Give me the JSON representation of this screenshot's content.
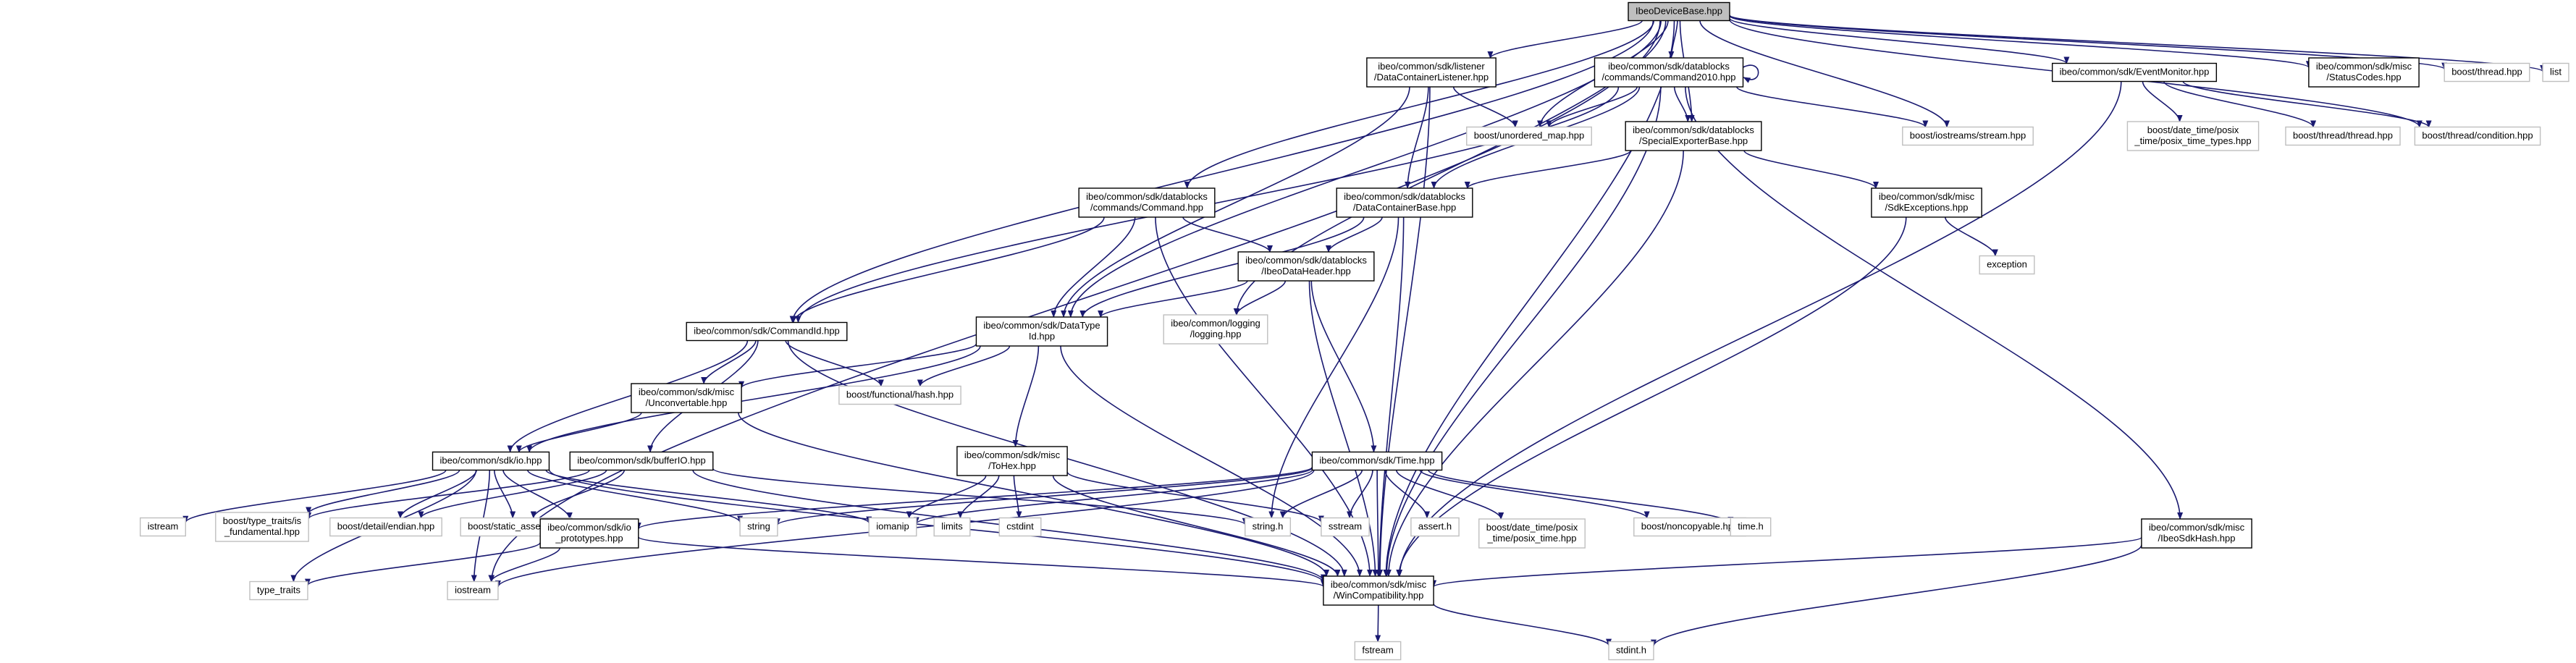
{
  "colors": {
    "edge": "#191970",
    "root_fill": "#bfbfbf",
    "project_border": "#000000",
    "external_border": "#bfbfbf",
    "background": "#ffffff"
  },
  "nodes": [
    {
      "id": "root",
      "kind": "root",
      "lines": [
        "IbeoDeviceBase.hpp"
      ]
    },
    {
      "id": "dclistener",
      "kind": "box",
      "lines": [
        "ibeo/common/sdk/listener",
        "/DataContainerListener.hpp"
      ]
    },
    {
      "id": "cmd2010",
      "kind": "box",
      "lines": [
        "ibeo/common/sdk/datablocks",
        "/commands/Command2010.hpp"
      ]
    },
    {
      "id": "evmon",
      "kind": "box",
      "lines": [
        "ibeo/common/sdk/EventMonitor.hpp"
      ]
    },
    {
      "id": "statuscodes",
      "kind": "box",
      "lines": [
        "ibeo/common/sdk/misc",
        "/StatusCodes.hpp"
      ]
    },
    {
      "id": "boostthread",
      "kind": "ext",
      "lines": [
        "boost/thread.hpp"
      ]
    },
    {
      "id": "list",
      "kind": "ext",
      "lines": [
        "list"
      ]
    },
    {
      "id": "unorderedmap",
      "kind": "ext",
      "lines": [
        "boost/unordered_map.hpp"
      ]
    },
    {
      "id": "iostreams",
      "kind": "ext",
      "lines": [
        "boost/iostreams/stream.hpp"
      ]
    },
    {
      "id": "special",
      "kind": "box",
      "lines": [
        "ibeo/common/sdk/datablocks",
        "/SpecialExporterBase.hpp"
      ]
    },
    {
      "id": "posixtypes",
      "kind": "ext",
      "lines": [
        "boost/date_time/posix",
        "_time/posix_time_types.hpp"
      ]
    },
    {
      "id": "threadthread",
      "kind": "ext",
      "lines": [
        "boost/thread/thread.hpp"
      ]
    },
    {
      "id": "condition",
      "kind": "ext",
      "lines": [
        "boost/thread/condition.hpp"
      ]
    },
    {
      "id": "command",
      "kind": "box",
      "lines": [
        "ibeo/common/sdk/datablocks",
        "/commands/Command.hpp"
      ]
    },
    {
      "id": "dcbase",
      "kind": "box",
      "lines": [
        "ibeo/common/sdk/datablocks",
        "/DataContainerBase.hpp"
      ]
    },
    {
      "id": "sdkexc",
      "kind": "box",
      "lines": [
        "ibeo/common/sdk/misc",
        "/SdkExceptions.hpp"
      ]
    },
    {
      "id": "exception",
      "kind": "ext",
      "lines": [
        "exception"
      ]
    },
    {
      "id": "ibeoheader",
      "kind": "box",
      "lines": [
        "ibeo/common/sdk/datablocks",
        "/IbeoDataHeader.hpp"
      ]
    },
    {
      "id": "logging",
      "kind": "ext",
      "lines": [
        "ibeo/common/logging",
        "/logging.hpp"
      ]
    },
    {
      "id": "commandid",
      "kind": "box",
      "lines": [
        "ibeo/common/sdk/CommandId.hpp"
      ]
    },
    {
      "id": "datatypeid",
      "kind": "box",
      "lines": [
        "ibeo/common/sdk/DataType",
        "Id.hpp"
      ]
    },
    {
      "id": "functionalhash",
      "kind": "ext",
      "lines": [
        "boost/functional/hash.hpp"
      ]
    },
    {
      "id": "unconvertable",
      "kind": "box",
      "lines": [
        "ibeo/common/sdk/misc",
        "/Unconvertable.hpp"
      ]
    },
    {
      "id": "io",
      "kind": "box",
      "lines": [
        "ibeo/common/sdk/io.hpp"
      ]
    },
    {
      "id": "bufferio",
      "kind": "box",
      "lines": [
        "ibeo/common/sdk/bufferIO.hpp"
      ]
    },
    {
      "id": "tohex",
      "kind": "box",
      "lines": [
        "ibeo/common/sdk/misc",
        "/ToHex.hpp"
      ]
    },
    {
      "id": "time",
      "kind": "box",
      "lines": [
        "ibeo/common/sdk/Time.hpp"
      ]
    },
    {
      "id": "istream",
      "kind": "ext",
      "lines": [
        "istream"
      ]
    },
    {
      "id": "typetraitsfund",
      "kind": "ext",
      "lines": [
        "boost/type_traits/is",
        "_fundamental.hpp"
      ]
    },
    {
      "id": "endian",
      "kind": "ext",
      "lines": [
        "boost/detail/endian.hpp"
      ]
    },
    {
      "id": "staticassert",
      "kind": "ext",
      "lines": [
        "boost/static_assert.hpp"
      ]
    },
    {
      "id": "string",
      "kind": "ext",
      "lines": [
        "string"
      ]
    },
    {
      "id": "iomanip",
      "kind": "ext",
      "lines": [
        "iomanip"
      ]
    },
    {
      "id": "limits",
      "kind": "ext",
      "lines": [
        "limits"
      ]
    },
    {
      "id": "cstdint",
      "kind": "ext",
      "lines": [
        "cstdint"
      ]
    },
    {
      "id": "stringh",
      "kind": "ext",
      "lines": [
        "string.h"
      ]
    },
    {
      "id": "sstream",
      "kind": "ext",
      "lines": [
        "sstream"
      ]
    },
    {
      "id": "asserth",
      "kind": "ext",
      "lines": [
        "assert.h"
      ]
    },
    {
      "id": "posixtime",
      "kind": "ext",
      "lines": [
        "boost/date_time/posix",
        "_time/posix_time.hpp"
      ]
    },
    {
      "id": "noncopyable",
      "kind": "ext",
      "lines": [
        "boost/noncopyable.hpp"
      ]
    },
    {
      "id": "timeh",
      "kind": "ext",
      "lines": [
        "time.h"
      ]
    },
    {
      "id": "ioproto",
      "kind": "box",
      "lines": [
        "ibeo/common/sdk/io",
        "_prototypes.hpp"
      ]
    },
    {
      "id": "sdkhash",
      "kind": "box",
      "lines": [
        "ibeo/common/sdk/misc",
        "/IbeoSdkHash.hpp"
      ]
    },
    {
      "id": "typetraits",
      "kind": "ext",
      "lines": [
        "type_traits"
      ]
    },
    {
      "id": "iostream",
      "kind": "ext",
      "lines": [
        "iostream"
      ]
    },
    {
      "id": "wincompat",
      "kind": "box",
      "lines": [
        "ibeo/common/sdk/misc",
        "/WinCompatibility.hpp"
      ]
    },
    {
      "id": "fstream",
      "kind": "ext",
      "lines": [
        "fstream"
      ]
    },
    {
      "id": "stdinth",
      "kind": "ext",
      "lines": [
        "stdint.h"
      ]
    }
  ],
  "edges": [
    [
      "root",
      "dclistener"
    ],
    [
      "root",
      "cmd2010"
    ],
    [
      "root",
      "evmon"
    ],
    [
      "root",
      "statuscodes"
    ],
    [
      "root",
      "boostthread"
    ],
    [
      "root",
      "list"
    ],
    [
      "root",
      "unorderedmap"
    ],
    [
      "root",
      "iostreams"
    ],
    [
      "root",
      "special"
    ],
    [
      "root",
      "condition"
    ],
    [
      "root",
      "command"
    ],
    [
      "root",
      "commandid"
    ],
    [
      "root",
      "datatypeid"
    ],
    [
      "root",
      "logging"
    ],
    [
      "root",
      "wincompat"
    ],
    [
      "root",
      "iostream"
    ],
    [
      "dclistener",
      "unorderedmap"
    ],
    [
      "dclistener",
      "dcbase"
    ],
    [
      "dclistener",
      "datatypeid"
    ],
    [
      "dclistener",
      "wincompat"
    ],
    [
      "cmd2010",
      "cmd2010"
    ],
    [
      "cmd2010",
      "unorderedmap"
    ],
    [
      "cmd2010",
      "iostreams"
    ],
    [
      "cmd2010",
      "special"
    ],
    [
      "cmd2010",
      "dcbase"
    ],
    [
      "cmd2010",
      "commandid"
    ],
    [
      "cmd2010",
      "wincompat"
    ],
    [
      "cmd2010",
      "sdkhash"
    ],
    [
      "evmon",
      "posixtypes"
    ],
    [
      "evmon",
      "threadthread"
    ],
    [
      "evmon",
      "condition"
    ],
    [
      "evmon",
      "wincompat"
    ],
    [
      "special",
      "dcbase"
    ],
    [
      "special",
      "sdkexc"
    ],
    [
      "special",
      "wincompat"
    ],
    [
      "sdkexc",
      "exception"
    ],
    [
      "sdkexc",
      "wincompat"
    ],
    [
      "command",
      "ibeoheader"
    ],
    [
      "command",
      "datatypeid"
    ],
    [
      "command",
      "commandid"
    ],
    [
      "command",
      "wincompat"
    ],
    [
      "dcbase",
      "ibeoheader"
    ],
    [
      "dcbase",
      "datatypeid"
    ],
    [
      "dcbase",
      "stringh"
    ],
    [
      "dcbase",
      "wincompat"
    ],
    [
      "ibeoheader",
      "datatypeid"
    ],
    [
      "ibeoheader",
      "logging"
    ],
    [
      "ibeoheader",
      "time"
    ],
    [
      "ibeoheader",
      "wincompat"
    ],
    [
      "commandid",
      "unconvertable"
    ],
    [
      "commandid",
      "functionalhash"
    ],
    [
      "commandid",
      "io"
    ],
    [
      "commandid",
      "bufferio"
    ],
    [
      "commandid",
      "wincompat"
    ],
    [
      "datatypeid",
      "unconvertable"
    ],
    [
      "datatypeid",
      "functionalhash"
    ],
    [
      "datatypeid",
      "io"
    ],
    [
      "datatypeid",
      "tohex"
    ],
    [
      "datatypeid",
      "wincompat"
    ],
    [
      "unconvertable",
      "io"
    ],
    [
      "unconvertable",
      "wincompat"
    ],
    [
      "io",
      "istream"
    ],
    [
      "io",
      "typetraitsfund"
    ],
    [
      "io",
      "endian"
    ],
    [
      "io",
      "staticassert"
    ],
    [
      "io",
      "string"
    ],
    [
      "io",
      "iomanip"
    ],
    [
      "io",
      "ioproto"
    ],
    [
      "io",
      "typetraits"
    ],
    [
      "io",
      "iostream"
    ],
    [
      "io",
      "wincompat"
    ],
    [
      "bufferio",
      "typetraitsfund"
    ],
    [
      "bufferio",
      "endian"
    ],
    [
      "bufferio",
      "staticassert"
    ],
    [
      "bufferio",
      "stringh"
    ],
    [
      "bufferio",
      "wincompat"
    ],
    [
      "tohex",
      "iomanip"
    ],
    [
      "tohex",
      "limits"
    ],
    [
      "tohex",
      "cstdint"
    ],
    [
      "tohex",
      "sstream"
    ],
    [
      "tohex",
      "wincompat"
    ],
    [
      "time",
      "ioproto"
    ],
    [
      "time",
      "string"
    ],
    [
      "time",
      "iomanip"
    ],
    [
      "time",
      "stringh"
    ],
    [
      "time",
      "sstream"
    ],
    [
      "time",
      "asserth"
    ],
    [
      "time",
      "posixtime"
    ],
    [
      "time",
      "noncopyable"
    ],
    [
      "time",
      "timeh"
    ],
    [
      "time",
      "wincompat"
    ],
    [
      "time",
      "iostream"
    ],
    [
      "ioproto",
      "typetraits"
    ],
    [
      "ioproto",
      "iostream"
    ],
    [
      "ioproto",
      "wincompat"
    ],
    [
      "sdkhash",
      "wincompat"
    ],
    [
      "sdkhash",
      "stdinth"
    ],
    [
      "wincompat",
      "fstream"
    ],
    [
      "wincompat",
      "stdinth"
    ]
  ]
}
